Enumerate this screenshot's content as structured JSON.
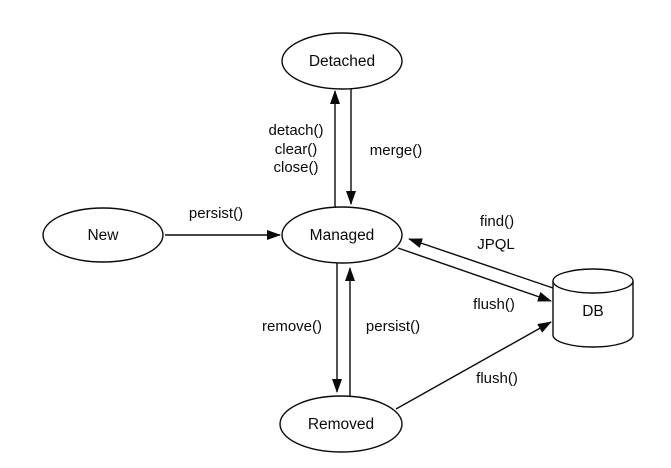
{
  "canvas": {
    "background_color": "#ffffff",
    "stroke_color": "#0a0a0a",
    "text_color": "#0a0a0a"
  },
  "nodes": {
    "new": {
      "label": "New"
    },
    "managed": {
      "label": "Managed"
    },
    "detached": {
      "label": "Detached"
    },
    "removed": {
      "label": "Removed"
    },
    "db": {
      "label": "DB"
    }
  },
  "edge_labels": {
    "persist_new_to_managed": "persist()",
    "detach": "detach()",
    "clear": "clear()",
    "close": "close()",
    "merge": "merge()",
    "find": "find()",
    "jpql": "JPQL",
    "flush_managed_to_db": "flush()",
    "remove": "remove()",
    "persist_removed_to_managed": "persist()",
    "flush_removed_to_db": "flush()"
  }
}
